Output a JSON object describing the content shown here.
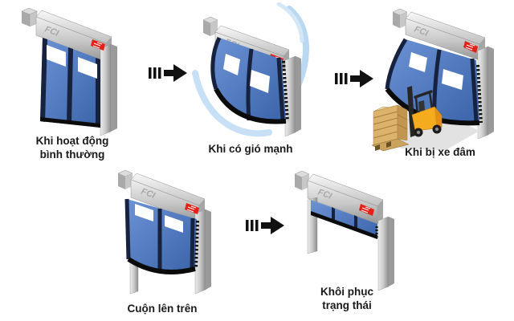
{
  "diagram": {
    "description": "High-speed door behavior sequence",
    "background": "#ffffff"
  },
  "brand": {
    "watermark": "FCI",
    "label_color": "#e32119"
  },
  "colors": {
    "curtain_blue": "#4a74be",
    "curtain_stripe": "#17233e",
    "metal_silver": "#c6c6c6",
    "wind_blue": "#b9d8f2",
    "forklift_yellow": "#f5ab1e",
    "crate_wood": "#dcb26c",
    "arrow_black": "#111111",
    "text": "#1a1a1a"
  },
  "steps": [
    {
      "id": "normal",
      "label": "Khi hoạt động bình thường",
      "label_lines": [
        "Khi hoạt động",
        "bình thường"
      ]
    },
    {
      "id": "wind",
      "label": "Khi có gió mạnh",
      "label_lines": [
        "Khi có gió mạnh"
      ]
    },
    {
      "id": "crash",
      "label": "Khi bị xe đâm",
      "label_lines": [
        "Khi bị xe đâm"
      ]
    },
    {
      "id": "rollup",
      "label": "Cuộn lên trên",
      "label_lines": [
        "Cuộn lên trên"
      ]
    },
    {
      "id": "restore",
      "label": "Khôi phục trạng thái",
      "label_lines": [
        "Khôi phục",
        "trạng thái"
      ]
    }
  ],
  "arrows": {
    "count": 3,
    "style": "dashed-tail right arrow",
    "color": "#111111"
  }
}
